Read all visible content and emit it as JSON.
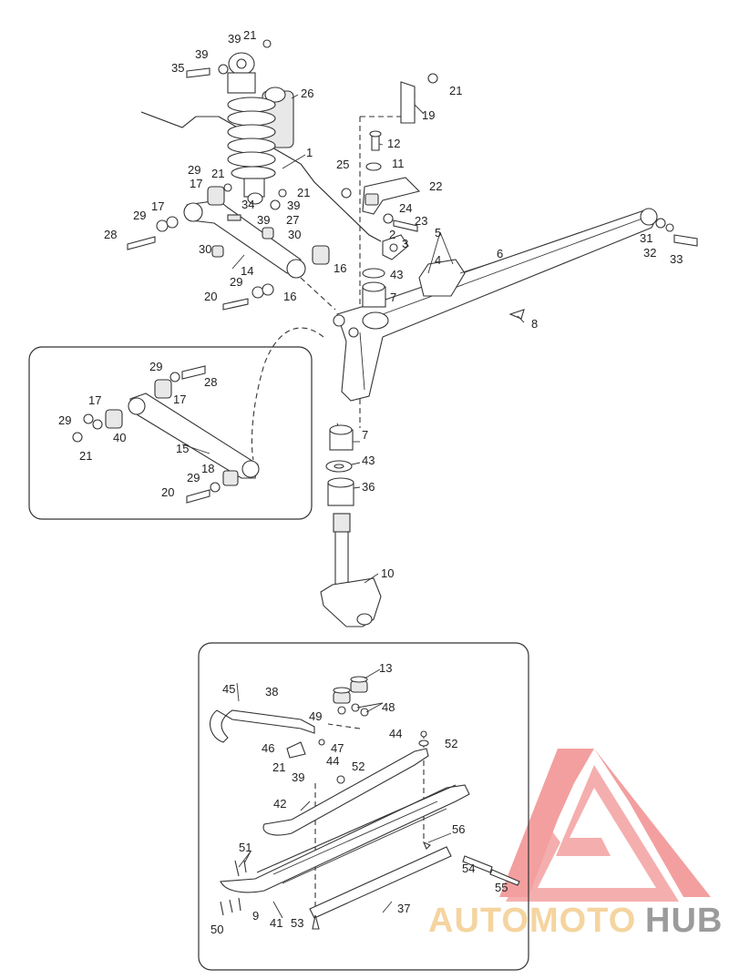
{
  "watermark": {
    "brand_left": "AUTOMOTO",
    "brand_right": "HUB",
    "color_triangle": "#f08080",
    "color_left": "#f2c680",
    "color_right": "#7a7a7a"
  },
  "callouts": [
    {
      "id": "c39a",
      "text": "39"
    },
    {
      "id": "c21a",
      "text": "21"
    },
    {
      "id": "c39b",
      "text": "39"
    },
    {
      "id": "c35",
      "text": "35"
    },
    {
      "id": "c26",
      "text": "26"
    },
    {
      "id": "c1",
      "text": "1"
    },
    {
      "id": "c29a",
      "text": "29"
    },
    {
      "id": "c21b",
      "text": "21"
    },
    {
      "id": "c17a",
      "text": "17"
    },
    {
      "id": "c21c",
      "text": "21"
    },
    {
      "id": "c29b",
      "text": "29"
    },
    {
      "id": "c17b",
      "text": "17"
    },
    {
      "id": "c34",
      "text": "34"
    },
    {
      "id": "c39c",
      "text": "39"
    },
    {
      "id": "c39d",
      "text": "39"
    },
    {
      "id": "c27",
      "text": "27"
    },
    {
      "id": "c28a",
      "text": "28"
    },
    {
      "id": "c30a",
      "text": "30"
    },
    {
      "id": "c30b",
      "text": "30"
    },
    {
      "id": "c14",
      "text": "14"
    },
    {
      "id": "c16a",
      "text": "16"
    },
    {
      "id": "c20a",
      "text": "20"
    },
    {
      "id": "c29c",
      "text": "29"
    },
    {
      "id": "c16b",
      "text": "16"
    },
    {
      "id": "c21d",
      "text": "21"
    },
    {
      "id": "c19",
      "text": "19"
    },
    {
      "id": "c12",
      "text": "12"
    },
    {
      "id": "c11",
      "text": "11"
    },
    {
      "id": "c25",
      "text": "25"
    },
    {
      "id": "c22",
      "text": "22"
    },
    {
      "id": "c24",
      "text": "24"
    },
    {
      "id": "c23",
      "text": "23"
    },
    {
      "id": "c2",
      "text": "2"
    },
    {
      "id": "c3",
      "text": "3"
    },
    {
      "id": "c5",
      "text": "5"
    },
    {
      "id": "c4",
      "text": "4"
    },
    {
      "id": "c43a",
      "text": "43"
    },
    {
      "id": "c7a",
      "text": "7"
    },
    {
      "id": "c6",
      "text": "6"
    },
    {
      "id": "c31",
      "text": "31"
    },
    {
      "id": "c32",
      "text": "32"
    },
    {
      "id": "c33",
      "text": "33"
    },
    {
      "id": "c8",
      "text": "8"
    },
    {
      "id": "c29d",
      "text": "29"
    },
    {
      "id": "c28b",
      "text": "28"
    },
    {
      "id": "c17c",
      "text": "17"
    },
    {
      "id": "c17d",
      "text": "17"
    },
    {
      "id": "c29e",
      "text": "29"
    },
    {
      "id": "c40",
      "text": "40"
    },
    {
      "id": "c21e",
      "text": "21"
    },
    {
      "id": "c15",
      "text": "15"
    },
    {
      "id": "c29f",
      "text": "29"
    },
    {
      "id": "c18",
      "text": "18"
    },
    {
      "id": "c20b",
      "text": "20"
    },
    {
      "id": "c7b",
      "text": "7"
    },
    {
      "id": "c43b",
      "text": "43"
    },
    {
      "id": "c36",
      "text": "36"
    },
    {
      "id": "c10",
      "text": "10"
    },
    {
      "id": "c13",
      "text": "13"
    },
    {
      "id": "c45",
      "text": "45"
    },
    {
      "id": "c38",
      "text": "38"
    },
    {
      "id": "c48",
      "text": "48"
    },
    {
      "id": "c49",
      "text": "49"
    },
    {
      "id": "c44a",
      "text": "44"
    },
    {
      "id": "c52a",
      "text": "52"
    },
    {
      "id": "c46",
      "text": "46"
    },
    {
      "id": "c47",
      "text": "47"
    },
    {
      "id": "c21f",
      "text": "21"
    },
    {
      "id": "c44b",
      "text": "44"
    },
    {
      "id": "c52b",
      "text": "52"
    },
    {
      "id": "c39e",
      "text": "39"
    },
    {
      "id": "c42",
      "text": "42"
    },
    {
      "id": "c56",
      "text": "56"
    },
    {
      "id": "c51",
      "text": "51"
    },
    {
      "id": "c54",
      "text": "54"
    },
    {
      "id": "c55",
      "text": "55"
    },
    {
      "id": "c9",
      "text": "9"
    },
    {
      "id": "c50",
      "text": "50"
    },
    {
      "id": "c41",
      "text": "41"
    },
    {
      "id": "c53",
      "text": "53"
    },
    {
      "id": "c37",
      "text": "37"
    }
  ]
}
